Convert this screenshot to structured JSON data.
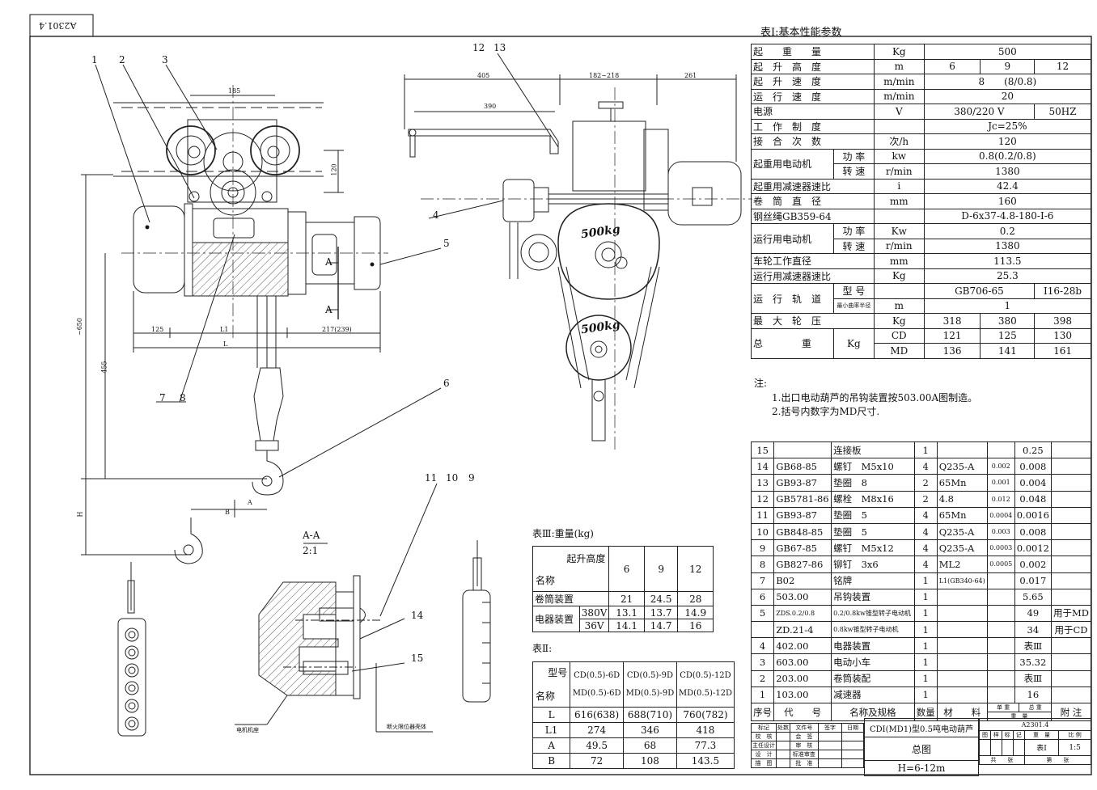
{
  "corner_stamp": "A2301.4",
  "drawing": {
    "callouts": [
      "1",
      "2",
      "3",
      "4",
      "5",
      "6",
      "7",
      "8",
      "9",
      "10",
      "11",
      "12",
      "13",
      "14",
      "15"
    ],
    "dims_front": {
      "d185": "185",
      "d120": "120",
      "d125": "125",
      "L1": "L1",
      "d217": "217(239)",
      "L": "L",
      "d650": "~650",
      "d455": "455",
      "A": "A",
      "B": "B",
      "H": "H"
    },
    "dims_side": {
      "d405": "405",
      "d182": "182~218",
      "d261": "261",
      "d390": "390"
    },
    "section_label": "A-A",
    "section_scale": "2:1",
    "section_mark": "A",
    "plate_text": "500kg",
    "note_motor_base": "电机机座",
    "note_limit_housing": "断火限位器壳体"
  },
  "table1": {
    "title": "表Ⅰ:基本性能参数",
    "rows": {
      "capacity": {
        "label": "起　　重　　量",
        "unit": "Kg",
        "v": "500"
      },
      "lift_height": {
        "label": "起　升　高　度",
        "unit": "m",
        "v1": "6",
        "v2": "9",
        "v3": "12"
      },
      "lift_speed": {
        "label": "起　升　速　度",
        "unit": "m/min",
        "v": "8　　(8/0.8)"
      },
      "travel_speed": {
        "label": "运　行　速　度",
        "unit": "m/min",
        "v": "20"
      },
      "power": {
        "label": "电源",
        "unit": "V",
        "v1": "380/220 V",
        "v2": "50HZ"
      },
      "duty": {
        "label": "工　作　制　度",
        "unit": "",
        "v": "Jc=25%"
      },
      "starts": {
        "label": "接　合　次　数",
        "unit": "次/h",
        "v": "120"
      },
      "hoist_motor": {
        "label": "起重用电动机",
        "sub1": "功 率",
        "unit1": "kw",
        "v1": "0.8(0.2/0.8)",
        "sub2": "转 速",
        "unit2": "r/min",
        "v2": "1380"
      },
      "hoist_ratio": {
        "label": "起重用减速器速比",
        "unit": "i",
        "v": "42.4"
      },
      "drum": {
        "label": "卷　筒　直　径",
        "unit": "mm",
        "v": "160"
      },
      "rope": {
        "label": "钢丝绳GB359-64",
        "unit": "",
        "v": "D-6x37-4.8-180-Ⅰ-6"
      },
      "travel_motor": {
        "label": "运行用电动机",
        "sub1": "功 率",
        "unit1": "Kw",
        "v1": "0.2",
        "sub2": "转 速",
        "unit2": "r/min",
        "v2": "1380"
      },
      "wheel": {
        "label": "车轮工作直径",
        "unit": "mm",
        "v": "113.5"
      },
      "travel_ratio": {
        "label": "运行用减速器速比",
        "unit": "Kg",
        "v": "25.3"
      },
      "track": {
        "label": "运　行　轨　道",
        "sub1": "型 号",
        "unit1": "",
        "v1a": "GB706-65",
        "v1b": "Ⅰ16-28b",
        "sub2": "最小曲率半径",
        "unit2": "m",
        "v2": "1"
      },
      "wheel_load": {
        "label": "最　大　轮　压",
        "unit": "Kg",
        "v1": "318",
        "v2": "380",
        "v3": "398"
      },
      "weight": {
        "label": "总　　　　重",
        "unit": "Kg",
        "cd": "CD",
        "md": "MD",
        "cd1": "121",
        "cd2": "125",
        "cd3": "130",
        "md1": "136",
        "md2": "141",
        "md3": "161"
      }
    }
  },
  "notes": {
    "title": "注:",
    "n1": "1.出口电动葫芦的吊钩装置按503.00A图制造。",
    "n2": "2.括号内数字为MD尺寸."
  },
  "table3": {
    "title": "表Ⅲ:重量(kg)",
    "corner_top": "起升高度",
    "corner_bottom": "名称",
    "heights": [
      "6",
      "9",
      "12"
    ],
    "drum": {
      "label": "卷筒装置",
      "v": [
        "21",
        "24.5",
        "28"
      ]
    },
    "elec": {
      "label": "电器装置",
      "v380": "380V",
      "v36": "36V",
      "r380": [
        "13.1",
        "13.7",
        "14.9"
      ],
      "r36": [
        "14.1",
        "14.7",
        "16"
      ]
    }
  },
  "table2": {
    "title": "表Ⅱ:",
    "corner_top": "型号",
    "corner_bottom": "名称",
    "models": [
      {
        "cd": "CD(0.5)-6D",
        "md": "MD(0.5)-6D"
      },
      {
        "cd": "CD(0.5)-9D",
        "md": "MD(0.5)-9D"
      },
      {
        "cd": "CD(0.5)-12D",
        "md": "MD(0.5)-12D"
      }
    ],
    "rows": [
      {
        "name": "L",
        "v": [
          "616(638)",
          "688(710)",
          "760(782)"
        ]
      },
      {
        "name": "L1",
        "v": [
          "274",
          "346",
          "418"
        ]
      },
      {
        "name": "A",
        "v": [
          "49.5",
          "68",
          "77.3"
        ]
      },
      {
        "name": "B",
        "v": [
          "72",
          "108",
          "143.5"
        ]
      }
    ]
  },
  "parts": [
    {
      "no": "15",
      "code": "",
      "name": "连接板",
      "qty": "1",
      "mat": "",
      "w1": "",
      "w2": "0.25",
      "note": ""
    },
    {
      "no": "14",
      "code": "GB68-85",
      "name": "螺钉　M5x10",
      "qty": "4",
      "mat": "Q235-A",
      "w1": "0.002",
      "w2": "0.008",
      "note": ""
    },
    {
      "no": "13",
      "code": "GB93-87",
      "name": "垫圈　8",
      "qty": "2",
      "mat": "65Mn",
      "w1": "0.001",
      "w2": "0.004",
      "note": ""
    },
    {
      "no": "12",
      "code": "GB5781-86",
      "name": "螺栓　M8x16",
      "qty": "2",
      "mat": "4.8",
      "w1": "0.012",
      "w2": "0.048",
      "note": ""
    },
    {
      "no": "11",
      "code": "GB93-87",
      "name": "垫圈　5",
      "qty": "4",
      "mat": "65Mn",
      "w1": "0.0004",
      "w2": "0.0016",
      "note": ""
    },
    {
      "no": "10",
      "code": "GB848-85",
      "name": "垫圈　5",
      "qty": "4",
      "mat": "Q235-A",
      "w1": "0.003",
      "w2": "0.008",
      "note": ""
    },
    {
      "no": "9",
      "code": "GB67-85",
      "name": "螺钉　M5x12",
      "qty": "4",
      "mat": "Q235-A",
      "w1": "0.0003",
      "w2": "0.0012",
      "note": ""
    },
    {
      "no": "8",
      "code": "GB827-86",
      "name": "铆钉　3x6",
      "qty": "4",
      "mat": "ML2",
      "w1": "0.0005",
      "w2": "0.002",
      "note": ""
    },
    {
      "no": "7",
      "code": "B02",
      "name": "铭牌",
      "qty": "1",
      "mat": "L1(GB340-64)",
      "w1": "",
      "w2": "0.017",
      "note": ""
    },
    {
      "no": "6",
      "code": "503.00",
      "name": "吊钩装置",
      "qty": "1",
      "mat": "",
      "w1": "",
      "w2": "5.65",
      "note": ""
    },
    {
      "no": "5",
      "code": "ZDS.0.2/0.8",
      "name": "0.2/0.8kw锥型转子电动机",
      "qty": "1",
      "mat": "",
      "w1": "",
      "w2": "49",
      "note": "用于MD"
    },
    {
      "no": "",
      "code": "ZD.21-4",
      "name": "0.8kw锥型转子电动机",
      "qty": "1",
      "mat": "",
      "w1": "",
      "w2": "34",
      "note": "用于CD"
    },
    {
      "no": "4",
      "code": "402.00",
      "name": "电器装置",
      "qty": "1",
      "mat": "",
      "w1": "",
      "w2": "表Ⅲ",
      "note": ""
    },
    {
      "no": "3",
      "code": "603.00",
      "name": "电动小车",
      "qty": "1",
      "mat": "",
      "w1": "",
      "w2": "35.32",
      "note": ""
    },
    {
      "no": "2",
      "code": "203.00",
      "name": "卷筒装配",
      "qty": "1",
      "mat": "",
      "w1": "",
      "w2": "表Ⅲ",
      "note": ""
    },
    {
      "no": "1",
      "code": "103.00",
      "name": "减速器",
      "qty": "1",
      "mat": "",
      "w1": "",
      "w2": "16",
      "note": ""
    }
  ],
  "parts_header": {
    "no": "序号",
    "code": "代　　号",
    "name": "名称及规格",
    "qty": "数量",
    "mat": "材　　料",
    "w_single": "单 重",
    "w_total": "总 重",
    "w_label": "重　量",
    "note": "附 注"
  },
  "title_block": {
    "left_rows": [
      [
        "标记",
        "处数",
        "文件号",
        "签字",
        "日期"
      ],
      [
        "校　核",
        "",
        "会　签",
        "",
        ""
      ],
      [
        "主任设计",
        "",
        "审　核",
        "",
        ""
      ],
      [
        "设　计",
        "",
        "标准审查",
        "",
        ""
      ],
      [
        "描　图",
        "",
        "批　准",
        "",
        ""
      ]
    ],
    "product": "CDⅠ(MD1)型0.5吨电动葫芦",
    "drawing_name": "总图",
    "height_range": "H=6-12m",
    "drawing_no": "A2301.4",
    "hdr": [
      "图",
      "样",
      "标",
      "记",
      "重　量",
      "比 例"
    ],
    "sheet_label": "表Ⅰ",
    "scale": "1:5",
    "sheets_total": "共　　张",
    "sheet_no": "第　　张"
  }
}
